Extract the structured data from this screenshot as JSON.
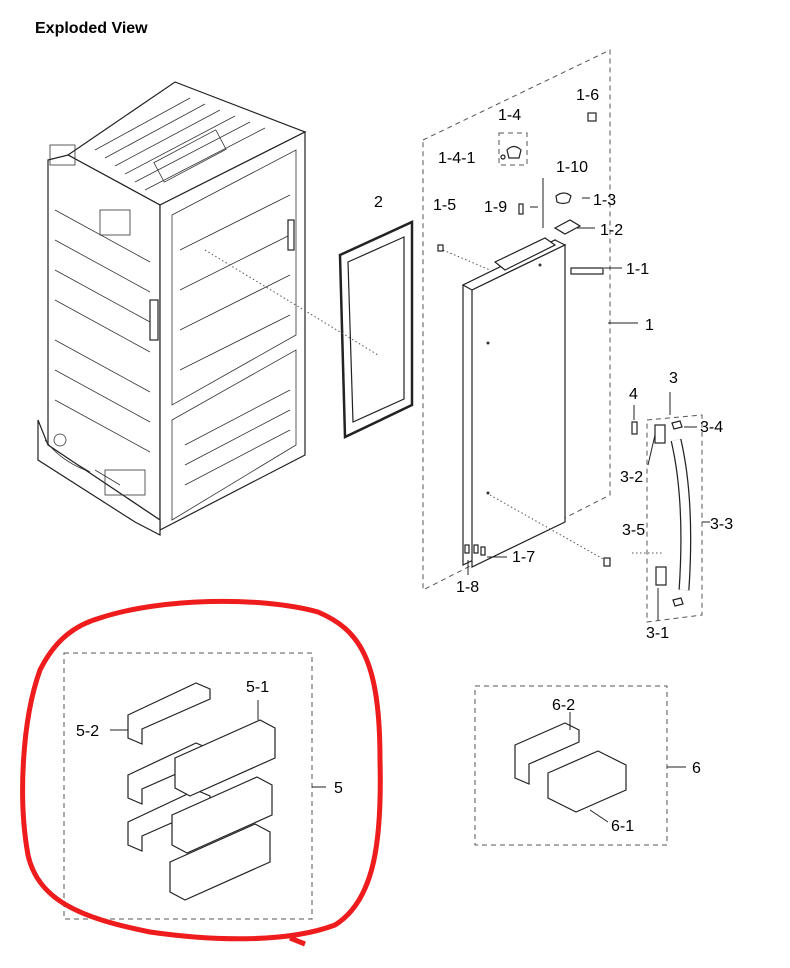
{
  "title": "Exploded View",
  "labels": {
    "p1": "1",
    "p1_1": "1-1",
    "p1_2": "1-2",
    "p1_3": "1-3",
    "p1_4": "1-4",
    "p1_4_1": "1-4-1",
    "p1_5": "1-5",
    "p1_6": "1-6",
    "p1_7": "1-7",
    "p1_8": "1-8",
    "p1_9": "1-9",
    "p1_10": "1-10",
    "p2": "2",
    "p3": "3",
    "p3_1": "3-1",
    "p3_2": "3-2",
    "p3_3": "3-3",
    "p3_4": "3-4",
    "p3_5": "3-5",
    "p4": "4",
    "p5": "5",
    "p5_1": "5-1",
    "p5_2": "5-2",
    "p6": "6",
    "p6_1": "6-1",
    "p6_2": "6-2"
  },
  "colors": {
    "highlight": "#ee1c1c",
    "line": "#222222",
    "dash": "#555555"
  }
}
